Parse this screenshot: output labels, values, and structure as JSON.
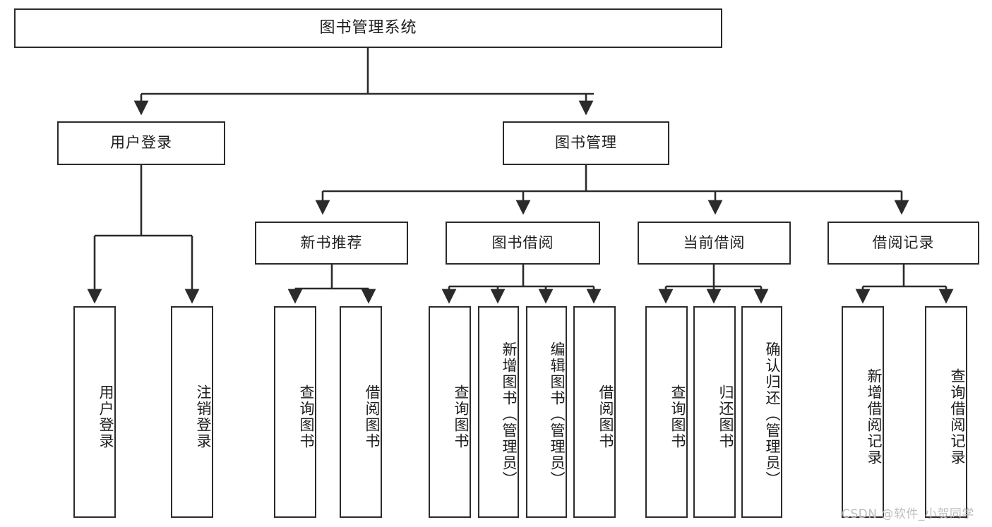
{
  "diagram": {
    "title": "图书管理系统",
    "type": "tree",
    "watermark": "CSDN @软件_小贺同学",
    "colors": {
      "box_border": "#2b2b2b",
      "box_fill": "#ffffff",
      "line": "#2b2b2b",
      "text": "#1c1c1c",
      "watermark": "#bdbdbd",
      "background": "#ffffff"
    }
  },
  "nodes": {
    "root": {
      "label": "图书管理系统"
    },
    "level1": [
      {
        "label": "用户登录"
      },
      {
        "label": "图书管理"
      }
    ],
    "level2": [
      {
        "label": "新书推荐"
      },
      {
        "label": "图书借阅"
      },
      {
        "label": "当前借阅"
      },
      {
        "label": "借阅记录"
      }
    ],
    "leaves": {
      "user_login": [
        {
          "label": "用户登录"
        },
        {
          "label": "注销登录"
        }
      ],
      "new_book_recommend": [
        {
          "label": "查询图书"
        },
        {
          "label": "借阅图书"
        }
      ],
      "book_borrow": [
        {
          "label": "查询图书"
        },
        {
          "label": "新增图书（管理员）"
        },
        {
          "label": "编辑图书（管理员）"
        },
        {
          "label": "借阅图书"
        }
      ],
      "current_borrow": [
        {
          "label": "查询图书"
        },
        {
          "label": "归还图书"
        },
        {
          "label": "确认归还（管理员）"
        }
      ],
      "borrow_record": [
        {
          "label": "新增借阅记录"
        },
        {
          "label": "查询借阅记录"
        }
      ]
    }
  }
}
